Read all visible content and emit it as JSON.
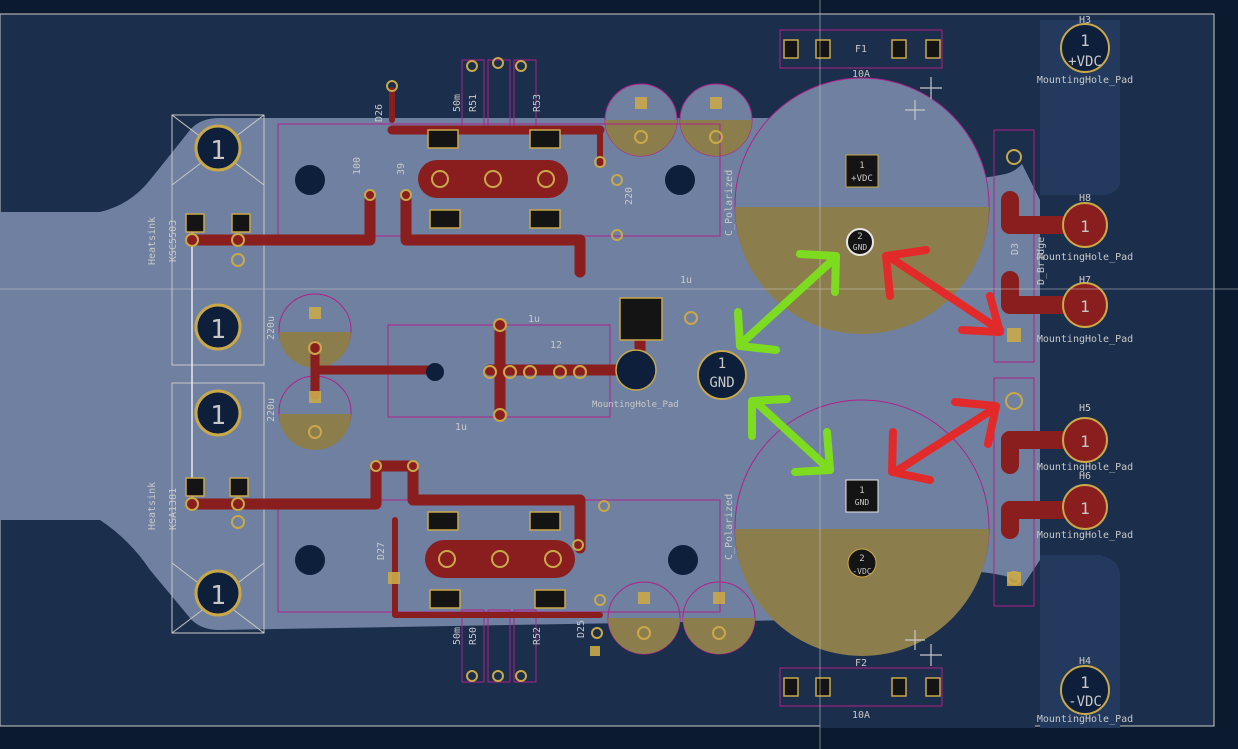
{
  "colors": {
    "bg": "#0b1a2e",
    "board": "#1b2e4c",
    "copper_fill": "#6f80a0",
    "trace": "#8a1e1e",
    "pad_gold": "#c9a84a",
    "courtyard": "#b0208a",
    "silkscreen": "#c8c8c8",
    "cap_fill": "#8c7e4c",
    "arrow_green": "#7ddc1f",
    "arrow_red": "#e32a2a",
    "cursor_line": "#c8c8c8"
  },
  "labels": {
    "h3": "H3",
    "h8": "H8",
    "h7": "H7",
    "h5": "H5",
    "h6": "H6",
    "h4": "H4",
    "mh_pad": "MountingHole_Pad",
    "vdc_pos": "+VDC",
    "vdc_neg": "-VDC",
    "gnd": "GND",
    "pin1": "1",
    "pin2": "2",
    "f1": "F1",
    "f2": "F2",
    "ten_a": "10A",
    "heatsink": "Heatsink",
    "ksc5503": "KSC5503",
    "ksa1381": "KSA1381",
    "r51": "R51",
    "r53": "R53",
    "r52": "R52",
    "r50": "R50",
    "d26": "D26",
    "d27": "D27",
    "d25": "D25",
    "fifty_m": "50m",
    "c_polarized": "C_Polarized",
    "u220": "220u",
    "v220": "220",
    "one_u": "1u",
    "twelve": "12",
    "hundred": "100",
    "thirty_nine": "39",
    "mh_pad_center": "MountingHole_Pad",
    "d_bridge": "D_Bridge",
    "d3": "D3"
  }
}
